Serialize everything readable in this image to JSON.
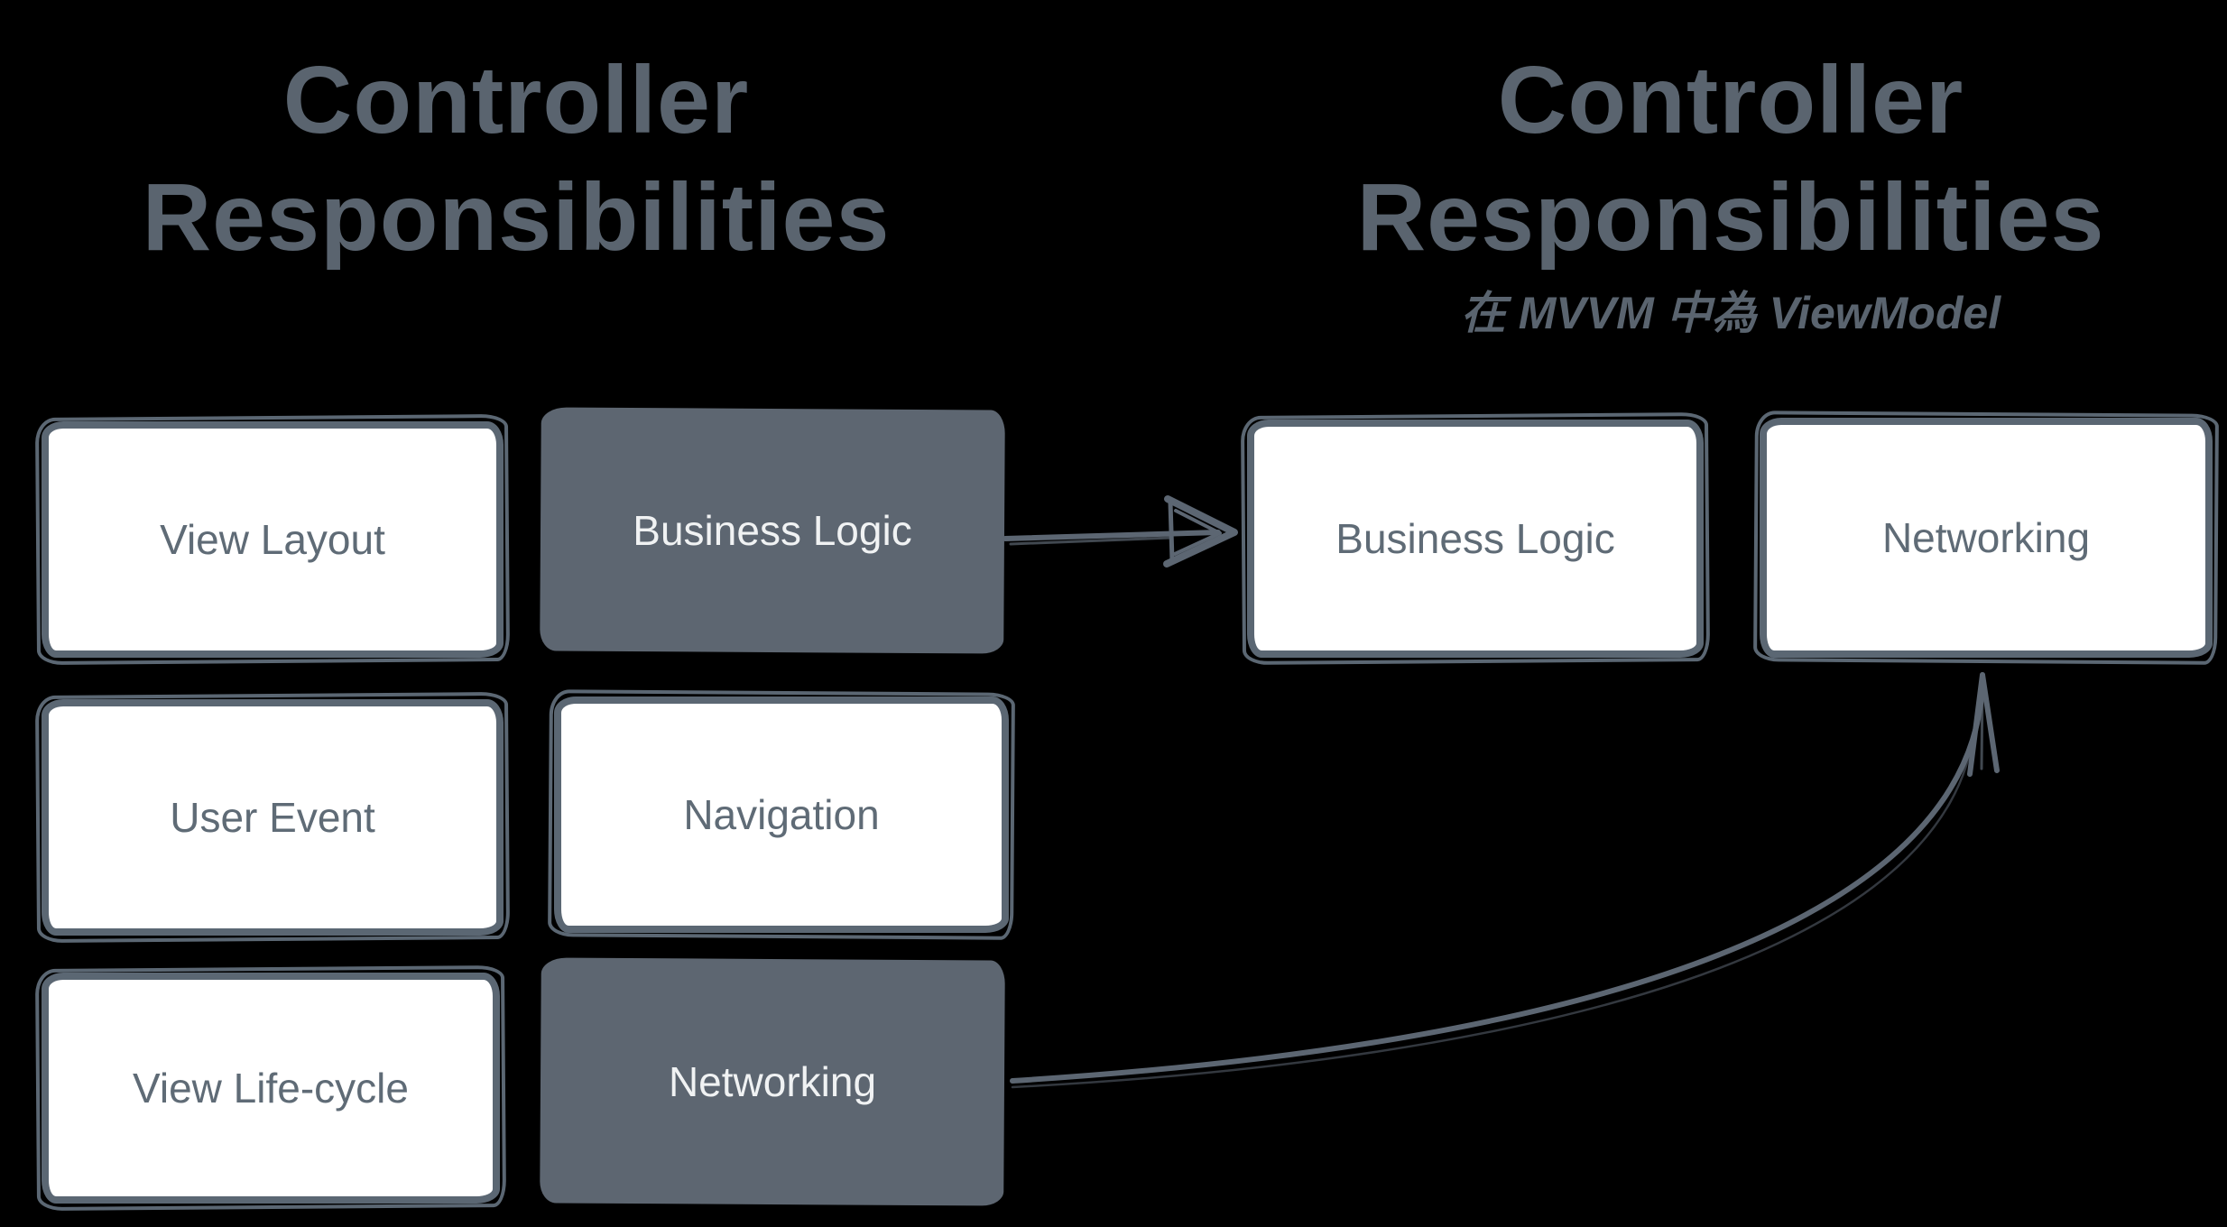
{
  "background": "#000000",
  "colors": {
    "title_text": "#5a646f",
    "box_border": "#5b6773",
    "dark_box_fill": "#5d6671",
    "dark_box_text": "#f0f2f3",
    "white_box_fill": "#ffffff",
    "white_box_text": "#5f6b76",
    "arrow": "#5c6672"
  },
  "left_diagram": {
    "title_line1": "Controller",
    "title_line2": "Responsibilities",
    "boxes": [
      {
        "id": "view-layout",
        "label": "View Layout",
        "style": "white"
      },
      {
        "id": "business-logic",
        "label": "Business Logic",
        "style": "dark"
      },
      {
        "id": "user-event",
        "label": "User Event",
        "style": "white"
      },
      {
        "id": "navigation",
        "label": "Navigation",
        "style": "white"
      },
      {
        "id": "view-lifecycle",
        "label": "View Life-cycle",
        "style": "white"
      },
      {
        "id": "networking",
        "label": "Networking",
        "style": "dark"
      }
    ]
  },
  "right_diagram": {
    "title_line1": "Controller",
    "title_line2": "Responsibilities",
    "subtitle": "在 MVVM 中為 ViewModel",
    "boxes": [
      {
        "id": "business-logic",
        "label": "Business Logic",
        "style": "white"
      },
      {
        "id": "networking",
        "label": "Networking",
        "style": "white"
      }
    ]
  },
  "connections": [
    {
      "from": "left.business-logic",
      "to": "right.business-logic",
      "shape": "straight"
    },
    {
      "from": "left.networking",
      "to": "right.networking",
      "shape": "curved"
    }
  ]
}
